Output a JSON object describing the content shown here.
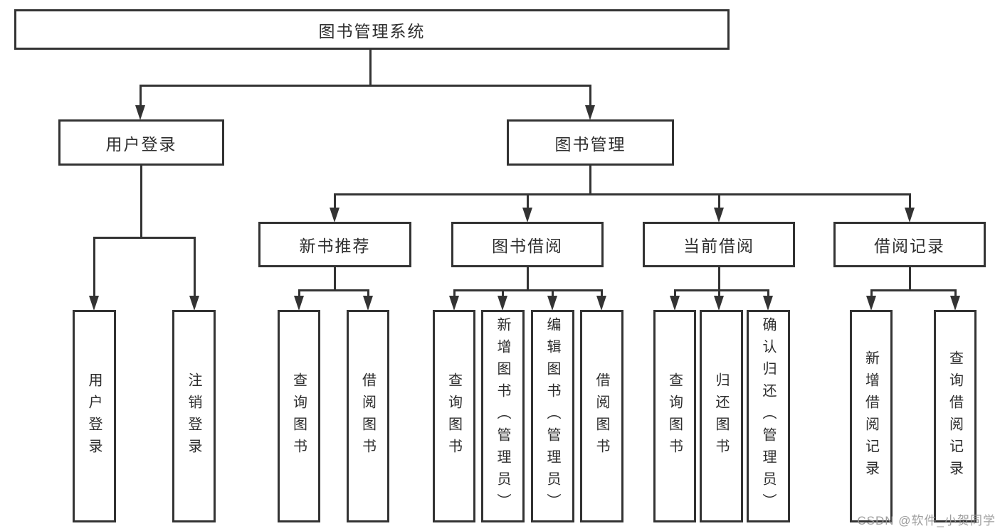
{
  "tree": {
    "label": "图书管理系统",
    "children": [
      {
        "label": "用户登录",
        "children": [
          {
            "label": "用户登录"
          },
          {
            "label": "注销登录"
          }
        ]
      },
      {
        "label": "图书管理",
        "children": [
          {
            "label": "新书推荐",
            "children": [
              {
                "label": "查询图书"
              },
              {
                "label": "借阅图书"
              }
            ]
          },
          {
            "label": "图书借阅",
            "children": [
              {
                "label": "查询图书"
              },
              {
                "label": "新增图书（管理员）"
              },
              {
                "label": "编辑图书（管理员）"
              },
              {
                "label": "借阅图书"
              }
            ]
          },
          {
            "label": "当前借阅",
            "children": [
              {
                "label": "查询图书"
              },
              {
                "label": "归还图书"
              },
              {
                "label": "确认归还（管理员）"
              }
            ]
          },
          {
            "label": "借阅记录",
            "children": [
              {
                "label": "新增借阅记录"
              },
              {
                "label": "查询借阅记录"
              }
            ]
          }
        ]
      }
    ]
  },
  "watermark": "CSDN @软件_小贺同学",
  "colors": {
    "line": "#333333",
    "text": "#2d2d2d",
    "watermark": "#969696",
    "background": "#ffffff"
  }
}
